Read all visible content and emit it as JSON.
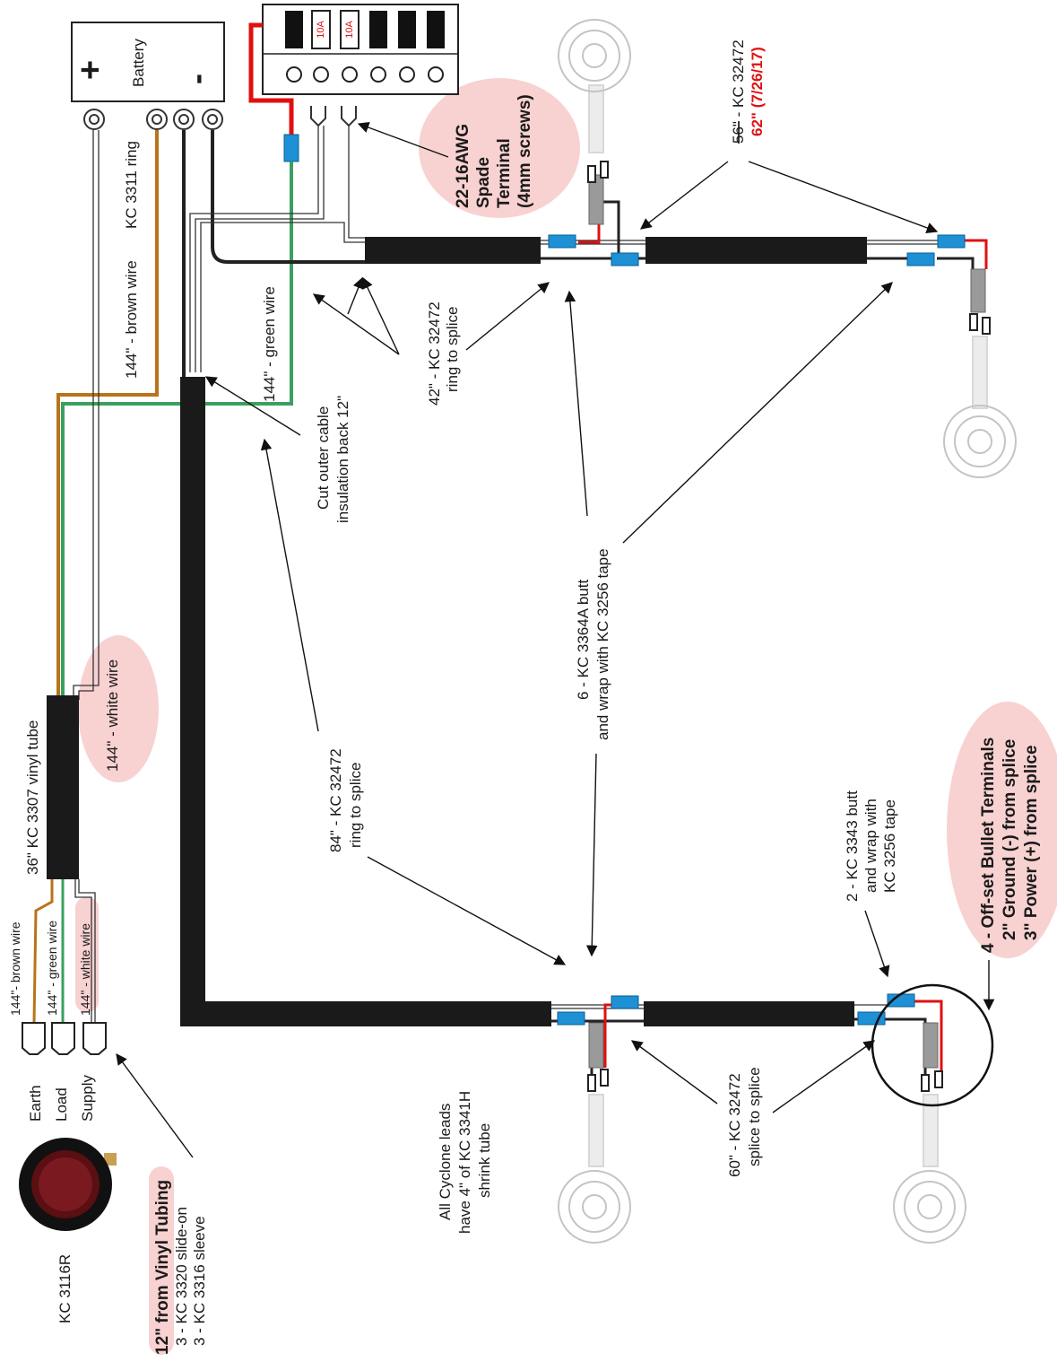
{
  "battery": {
    "label": "Battery",
    "plus": "+",
    "minus": "-"
  },
  "fuse_block": {
    "fuse_1": "10A",
    "fuse_2": "10A"
  },
  "labels": {
    "ring": "KC 3311 ring",
    "brown_main": "144\" - brown wire",
    "green_main": "144\" - green wire",
    "white_main": "144\" - white wire",
    "vinyl_tube": "36\" KC 3307 vinyl tube",
    "brown_short": "144\"- brown wire",
    "green_short": "144\" - green wire",
    "white_short": "144\" - white wire",
    "switch_earth": "Earth",
    "switch_load": "Load",
    "switch_supply": "Supply",
    "switch_model": "KC 3116R",
    "tubing_1": "12\" from Vinyl Tubing",
    "tubing_2": "3 - KC 3320 slide-on",
    "tubing_3": "3 - KC 3316 sleeve",
    "spade_1": "22-16AWG",
    "spade_2": "Spade",
    "spade_3": "Terminal",
    "spade_4": "(4mm screws)",
    "len56": "56\"",
    "kc32472_top": " - KC 32472",
    "len62": "62\" (7/26/17)",
    "ring42_1": "42\" - KC 32472",
    "ring42_2": "ring to splice",
    "cut_1": "Cut outer cable",
    "cut_2": "insulation back 12\"",
    "butt6_1": "6 - KC 3364A butt",
    "butt6_2": "and wrap with KC 3256 tape",
    "ring84_1": "84\" - KC 32472",
    "ring84_2": "ring to splice",
    "butt2_1": "2 - KC 3343 butt",
    "butt2_2": "and wrap with",
    "butt2_3": "KC 3256 tape",
    "bullet_1": "4 - Off-set Bullet Terminals",
    "bullet_2": "2\" Ground (-) from splice",
    "bullet_3": "3\" Power (+) from splice",
    "splice60_1": "60\" - KC 32472",
    "splice60_2": "splice to splice",
    "cyclone_1": "All Cyclone leads",
    "cyclone_2": "have 4\" of KC 3341H",
    "cyclone_3": "shrink tube"
  }
}
